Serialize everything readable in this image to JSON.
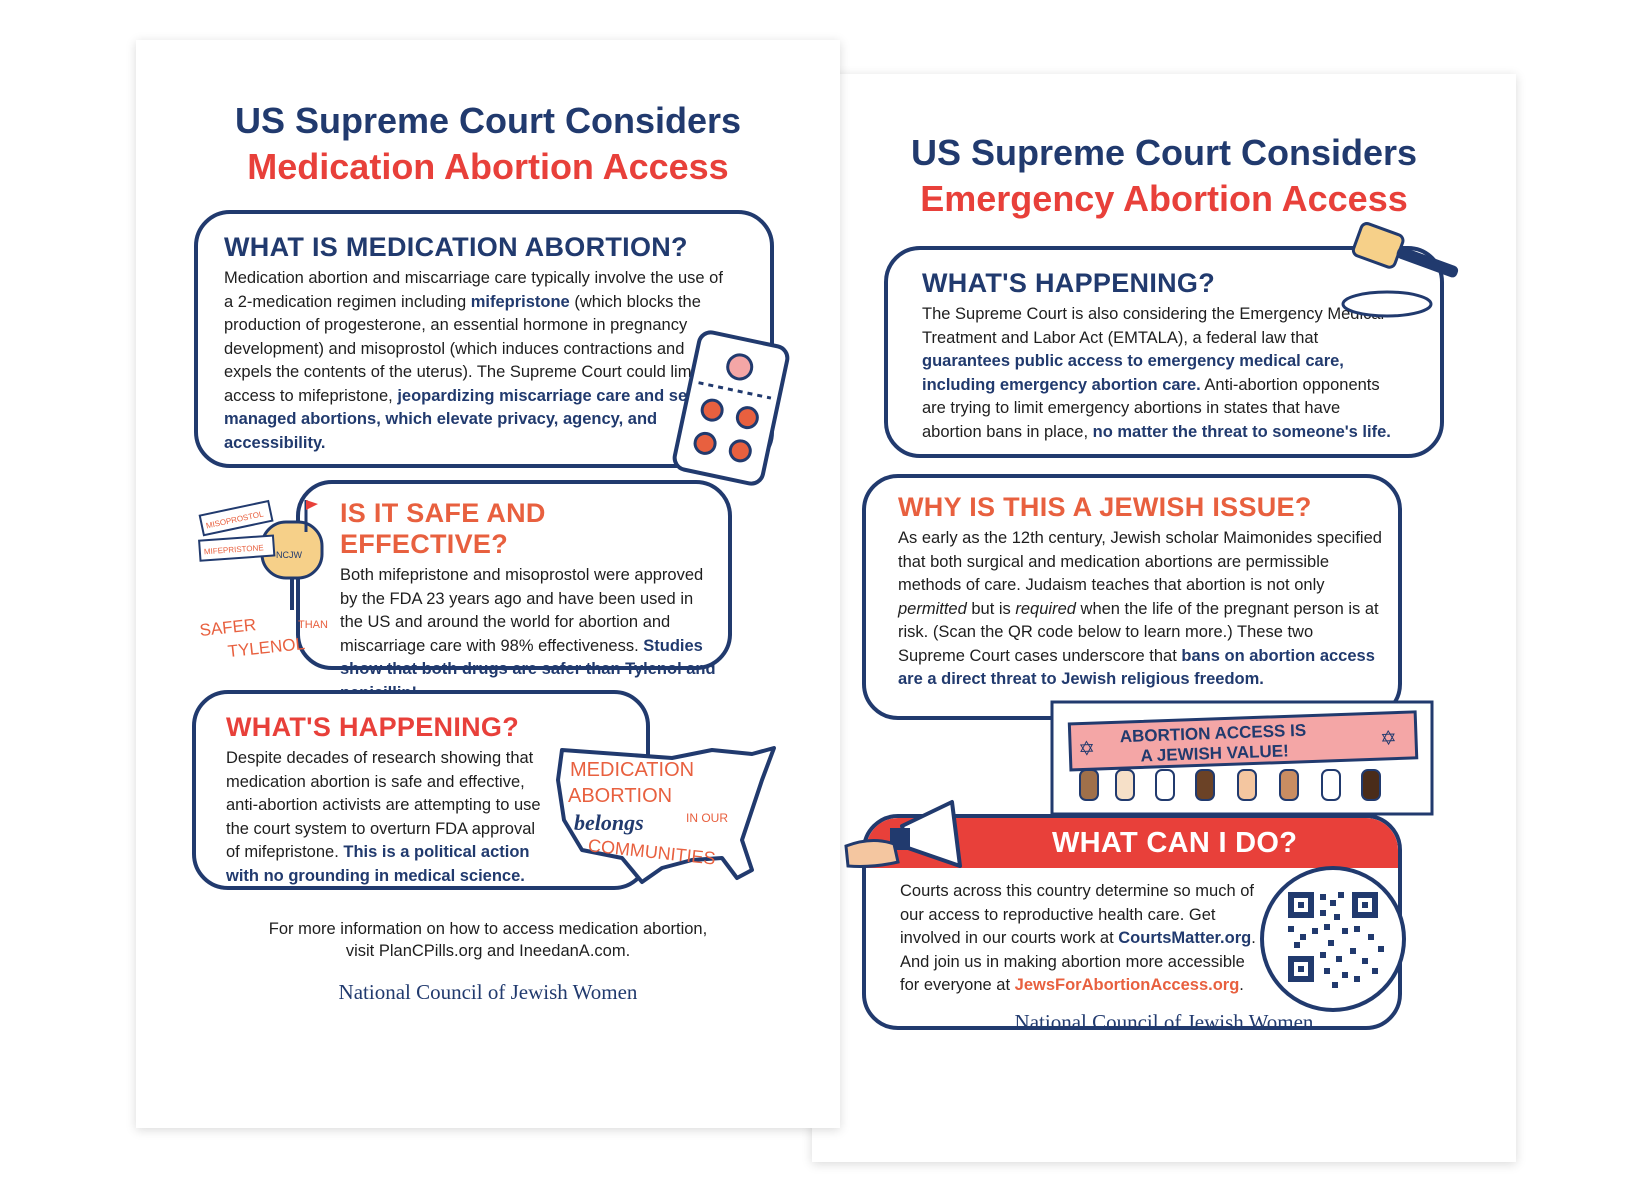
{
  "left": {
    "title_line1": "US Supreme Court Considers",
    "title_line2": "Medication Abortion Access",
    "sec1": {
      "heading": "WHAT IS MEDICATION ABORTION?",
      "t1": "Medication abortion and miscarriage care typically involve the use of a 2-medication regimen including ",
      "b1": "mifepristone",
      "t2": " (which blocks the production of progesterone, an essential hormone in pregnancy development) and misoprostol (which induces contractions and expels the contents of the uterus). The Supreme Court could limit access to mifepristone, ",
      "b2": "jeopardizing miscarriage care and self-managed abortions, which elevate privacy, agency, and accessibility."
    },
    "sec2": {
      "heading": "IS IT SAFE AND EFFECTIVE?",
      "t1": "Both mifepristone and misoprostol were approved by the FDA 23 years ago and have been used in the US and around the world for abortion and miscarriage care with 98% effectiveness. ",
      "b1": "Studies show that both drugs are safer than Tylenol and penicillin!",
      "illus_safer": "SAFER",
      "illus_than": "THAN",
      "illus_tylenol": "TYLENOL",
      "illus_mailbox": "NCJW",
      "illus_pill1": "MISOPROSTOL",
      "illus_pill2": "MIFEPRISTONE"
    },
    "sec3": {
      "heading": "WHAT'S HAPPENING?",
      "t1": "Despite decades of research showing that medication abortion is safe and effective, anti-abortion activists are attempting to use the court system to overturn FDA approval of mifepristone. ",
      "b1": "This is a political action with no grounding in medical science.",
      "map_l1": "MEDICATION",
      "map_l2": "ABORTION",
      "map_l3": "belongs",
      "map_l4": "IN OUR",
      "map_l5": "COMMUNITIES"
    },
    "footer_l1": "For more information on how to access medication abortion,",
    "footer_l2": "visit PlanCPills.org and IneedanA.com.",
    "org": "National Council of Jewish Women"
  },
  "right": {
    "title_line1": "US Supreme Court Considers",
    "title_line2": "Emergency Abortion Access",
    "sec1": {
      "heading": "WHAT'S HAPPENING?",
      "t1": "The Supreme Court is also considering the Emergency Medical Treatment and Labor Act (EMTALA), a federal law that ",
      "b1": "guarantees public access to emergency medical care, including emergency abortion care.",
      "t2": " Anti-abortion opponents are trying to limit emergency abortions in states that have abortion bans in place, ",
      "b2": "no matter the threat to someone's life."
    },
    "sec2": {
      "heading": "WHY IS THIS A JEWISH ISSUE?",
      "t1": "As early as the 12th century, Jewish scholar Maimonides specified that both surgical and medication abortions are permissible methods of care. Judaism teaches that abortion is not only ",
      "i1": "permitted",
      "t2": " but is ",
      "i2": "required",
      "t3": " when the life of the pregnant person is at risk. (Scan the QR code below to learn more.) These two Supreme Court cases underscore that ",
      "b1": "bans on abortion access are a direct threat to Jewish religious freedom.",
      "banner_l1": "ABORTION ACCESS IS",
      "banner_l2": "A JEWISH VALUE!"
    },
    "sec3": {
      "heading": "WHAT CAN I DO?",
      "t1": "Courts across this country determine so much of our access to reproductive health care. Get involved in our courts work at ",
      "b1": "CourtsMatter.org",
      "t2": ". And join us in making abortion more accessible for everyone at ",
      "link": "JewsForAbortionAccess.org",
      "t3": "."
    },
    "org": "National Council of Jewish Women"
  },
  "colors": {
    "navy": "#213a6e",
    "red": "#e8403a",
    "coral": "#e8603f",
    "pink": "#f4a6a6"
  }
}
